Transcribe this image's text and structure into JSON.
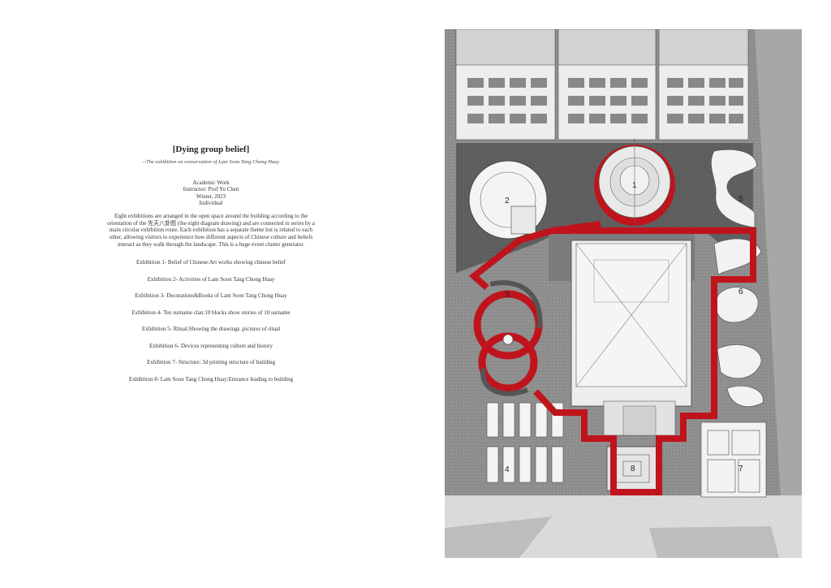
{
  "panel": {
    "title": "[Dying group belief]",
    "subtitle": "--The exhibition on conservation of Lam Soon Tang Chong Huay",
    "meta": [
      "Academic Work",
      "Instructor: Prof Yu Chen",
      "Winter, 2023",
      "Individual"
    ],
    "description": "Eight exhibitions are arranged in the open space around the building according to the orientation of the 先天八卦图 (the eight diagram drawing) and are connected in series by a main circular exhibition route. Each exhibition has a separate theme but is related to each other, allowing visitors to experience how different aspects of Chinese culture and beliefs interact as they walk through the landscape. This is a huge event cluster generator.",
    "exhibitions": [
      "Exhibition 1- Belief of Chinese:Art works showing chinese belief",
      "Exhibition 2- Activities of Lam Soon Tang Chong Huay",
      "Exhibition 3- Decorations&Books of Lam Soon Tang Chong Huay",
      "Exhibition 4- Ten surname clan:10 blocks show stories of 10 surname",
      "Exhibition 5- Ritual:Showing the drawings ,pictures of ritual",
      "Exhibition 6- Devices representing culture and history",
      "Exhibition 7- Structure: 3d printing structure of building",
      "Exhibition 8- Lam Soon Tang Chong Huay:Entrance leading to building"
    ]
  },
  "plan": {
    "zone_labels": [
      "1",
      "2",
      "3",
      "4",
      "5",
      "6",
      "7",
      "8"
    ],
    "colors": {
      "route": "#c0141c",
      "ground": "#8c8c8c",
      "ground_dark": "#5e5e5e",
      "pavement": "#d9d9d9"
    }
  }
}
